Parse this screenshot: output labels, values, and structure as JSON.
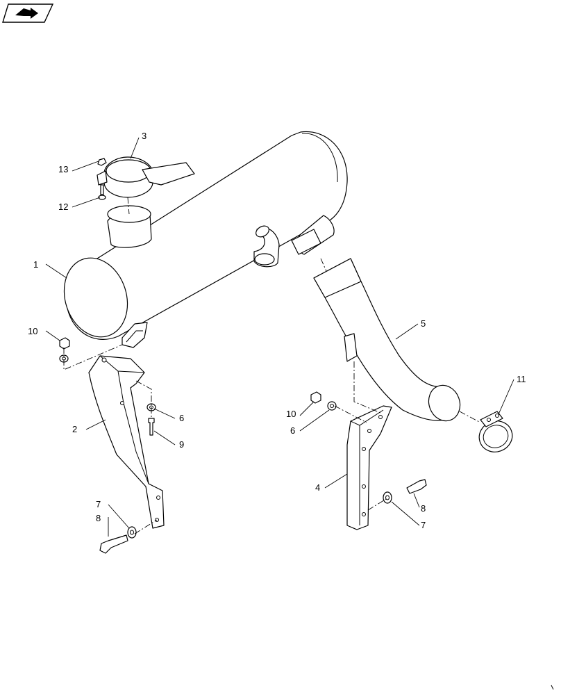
{
  "callouts": [
    {
      "id": "c3",
      "label": "3"
    },
    {
      "id": "c13",
      "label": "13"
    },
    {
      "id": "c12",
      "label": "12"
    },
    {
      "id": "c1",
      "label": "1"
    },
    {
      "id": "c10a",
      "label": "10"
    },
    {
      "id": "c2",
      "label": "2"
    },
    {
      "id": "c6a",
      "label": "6"
    },
    {
      "id": "c9",
      "label": "9"
    },
    {
      "id": "c7a",
      "label": "7"
    },
    {
      "id": "c8a",
      "label": "8"
    },
    {
      "id": "c5",
      "label": "5"
    },
    {
      "id": "c11",
      "label": "11"
    },
    {
      "id": "c10b",
      "label": "10"
    },
    {
      "id": "c6b",
      "label": "6"
    },
    {
      "id": "c4",
      "label": "4"
    },
    {
      "id": "c8b",
      "label": "8"
    },
    {
      "id": "c7b",
      "label": "7"
    }
  ],
  "nav_icon": "book-arrow-icon"
}
